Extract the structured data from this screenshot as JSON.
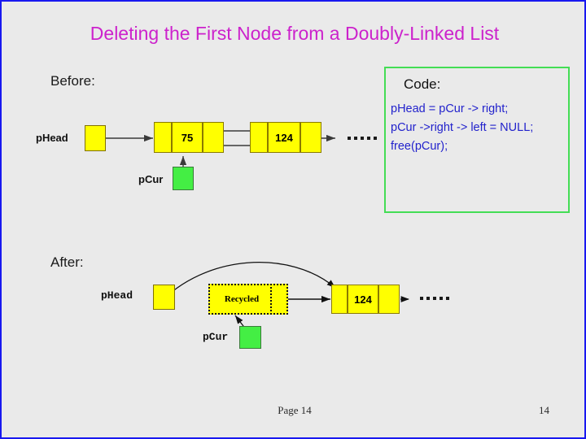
{
  "slide": {
    "title": "Deleting the First Node from a Doubly-Linked List",
    "title_color": "#cc22cc",
    "background_color": "#eaeaea",
    "border_color": "#1818f0"
  },
  "code_panel": {
    "heading": "Code:",
    "border_color": "#44dd55",
    "text_color": "#2222cc",
    "lines": [
      "pHead = pCur -> right;",
      "pCur ->right -> left = NULL;",
      "free(pCur);"
    ]
  },
  "before": {
    "label": "Before:",
    "phead_label": "pHead",
    "pcur_label": "pCur",
    "node1_value": "75",
    "node2_value": "124",
    "node1_left_is_null": true,
    "ellipsis_dots": 5,
    "pointer_box_color": "#ffff00",
    "pcur_box_color": "#44ee44"
  },
  "after": {
    "label": "After:",
    "phead_label": "pHead",
    "pcur_label": "pCur",
    "recycled_label": "Recycled",
    "node_value": "124",
    "node_left_is_null": true,
    "ellipsis_dots": 5,
    "pointer_box_color": "#ffff00",
    "pcur_box_color": "#44ee44"
  },
  "footer": {
    "page_label": "Page 14",
    "slide_number": "14"
  }
}
